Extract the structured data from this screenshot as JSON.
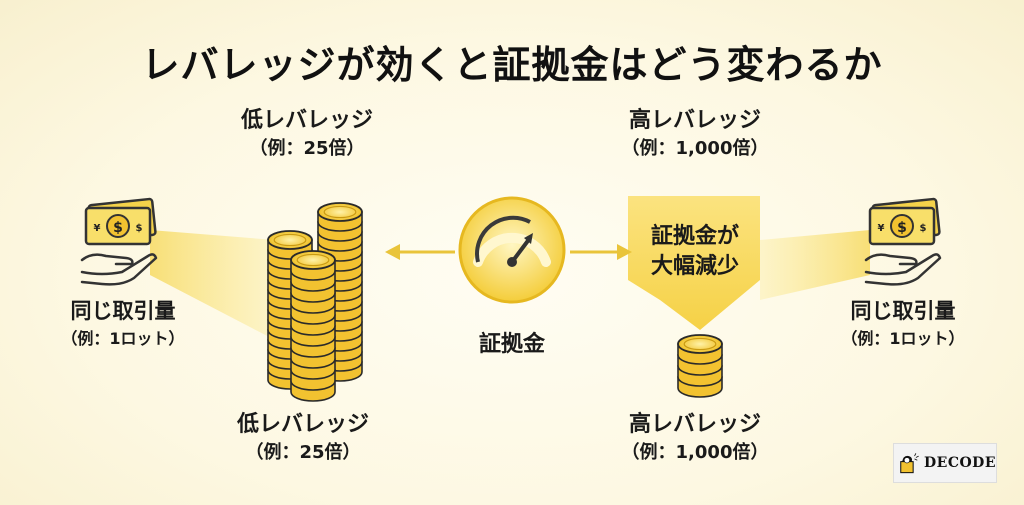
{
  "title": "レバレッジが効くと証拠金はどう変わるか",
  "left": {
    "top_label": "低レバレッジ",
    "top_sub": "（例：25倍）",
    "bottom_label": "低レバレッジ",
    "bottom_sub": "（例：25倍）",
    "trade_label": "同じ取引量",
    "trade_sub": "（例：1ロット）"
  },
  "right": {
    "top_label": "高レバレッジ",
    "top_sub": "（例：1,000倍）",
    "bottom_label": "高レバレッジ",
    "bottom_sub": "（例：1,000倍）",
    "trade_label": "同じ取引量",
    "trade_sub": "（例：1ロット）",
    "banner_line1": "証拠金が",
    "banner_line2": "大幅減少"
  },
  "center": {
    "label": "証拠金",
    "icon": "gauge-icon"
  },
  "currency": {
    "yen": "¥",
    "dollar": "$"
  },
  "logo": {
    "text": "DECODE"
  },
  "colors": {
    "gold": "#f2c230",
    "gold_dark": "#c99a12",
    "gold_light": "#fbe27a",
    "arrow": "#e9c43a"
  }
}
